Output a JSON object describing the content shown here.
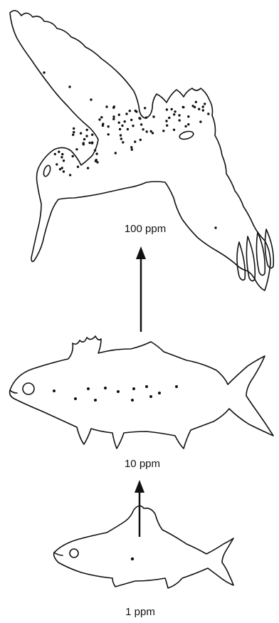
{
  "levels": [
    {
      "organism": "bird",
      "label": "100 ppm"
    },
    {
      "organism": "large-fish",
      "label": "10 ppm"
    },
    {
      "organism": "small-fish",
      "label": "1 ppm"
    }
  ],
  "colors": {
    "ink": "#111111",
    "background": "#ffffff"
  }
}
